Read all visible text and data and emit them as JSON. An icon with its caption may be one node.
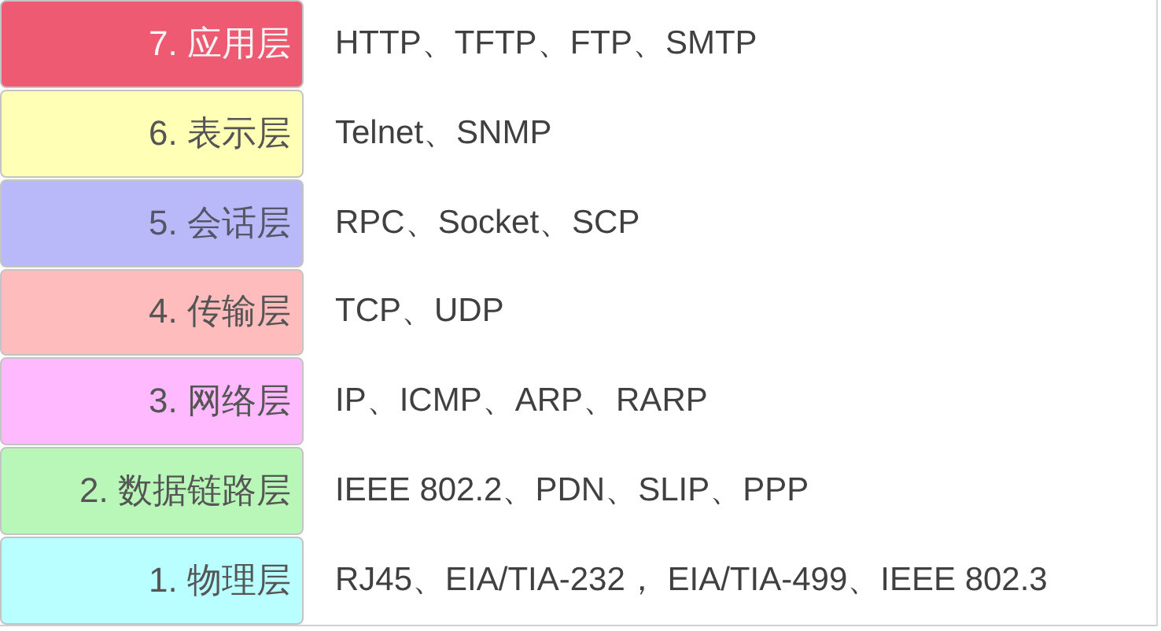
{
  "diagram": {
    "nodes": [
      {
        "text": [
          "7. 应用层"
        ],
        "beside": [
          "HTTP、TFTP、FTP、SMTP"
        ]
      },
      {
        "text": [
          "6. 表示层"
        ],
        "beside": [
          "Telnet、SNMP"
        ]
      },
      {
        "text": [
          "5. 会话层"
        ],
        "beside": [
          "RPC、Socket、SCP"
        ]
      },
      {
        "text": [
          "4. 传输层"
        ],
        "beside": [
          "TCP、UDP"
        ]
      },
      {
        "text": [
          "3. 网络层"
        ],
        "beside": [
          "IP、ICMP、ARP、RARP"
        ]
      },
      {
        "text": [
          "2. 数据链路层"
        ],
        "beside": [
          "IEEE 802.2、PDN、SLIP、PPP"
        ]
      },
      {
        "text": [
          "1. 物理层"
        ],
        "beside": [
          "RJ45、EIA/TIA-232， EIA/TIA-499、IEEE 802.3"
        ]
      }
    ]
  }
}
